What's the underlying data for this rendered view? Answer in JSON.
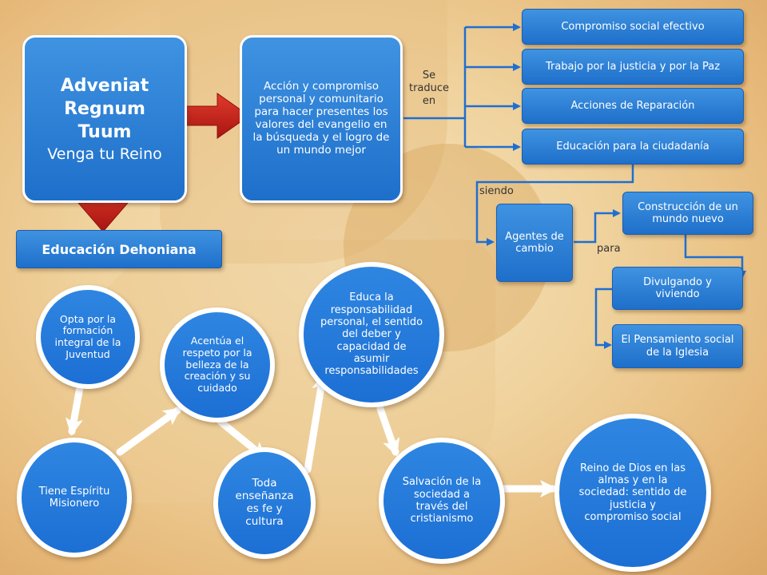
{
  "main": {
    "title_lines": [
      "Adveniat",
      "Regnum",
      "Tuum"
    ],
    "subtitle": "Venga tu Reino",
    "education": "Educación Dehoniana"
  },
  "action_box": {
    "text": "Acción y compromiso personal y comunitario para hacer presentes los valores del evangelio en la búsqueda y el logro de un mundo mejor"
  },
  "connector_labels": {
    "se_traduce_en": [
      "Se",
      "traduce",
      "en"
    ],
    "siendo": "siendo",
    "para": "para"
  },
  "translated_items": [
    "Compromiso social efectivo",
    "Trabajo por la justicia y por la Paz",
    "Acciones de Reparación",
    "Educación para la ciudadanía"
  ],
  "agentes": "Agentes de cambio",
  "right_boxes": {
    "construccion": "Construcción de un mundo nuevo",
    "divulgando": "Divulgando y viviendo",
    "pensamiento": "El Pensamiento social de la Iglesia"
  },
  "circles": {
    "opta": "Opta por la formación integral de la Juventud",
    "acentua": "Acentúa el respeto por la belleza de la creación y su cuidado",
    "educa": "Educa la responsabilidad personal, el sentido del deber y capacidad de asumir responsabilidades",
    "espiritu": "Tiene Espíritu Misionero",
    "ensenanza": "Toda enseñanza es fe y cultura",
    "salvacion": "Salvación de la sociedad a través del cristianismo",
    "reino": "Reino de Dios en las almas y en la sociedad: sentido de justicia y compromiso social"
  }
}
